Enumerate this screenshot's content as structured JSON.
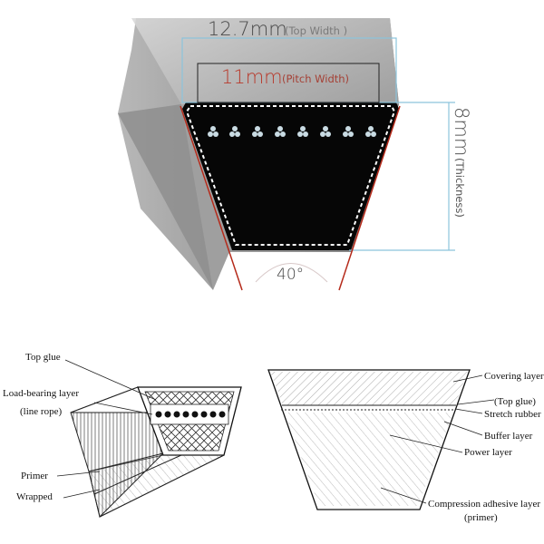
{
  "top_diagram": {
    "top_width_value": "12.7mm",
    "top_width_label": "(Top Width )",
    "pitch_width_value": "11mm",
    "pitch_width_label": "(Pitch Width)",
    "thickness_value": "8mm",
    "thickness_label": "(Thickness)",
    "angle_label": "40°",
    "colors": {
      "dimension": "#8cc4dc",
      "angle_line": "#b52a1a",
      "belt": "#060606"
    }
  },
  "left_diagram": {
    "labels": [
      "Top glue",
      "Load-bearing layer",
      "(line rope)",
      "Primer",
      "Wrapped"
    ]
  },
  "right_diagram": {
    "labels": [
      "Covering layer",
      "(Top glue)",
      "Stretch rubber",
      "Buffer layer",
      "Power layer",
      "Compression adhesive layer",
      "(primer)"
    ]
  }
}
